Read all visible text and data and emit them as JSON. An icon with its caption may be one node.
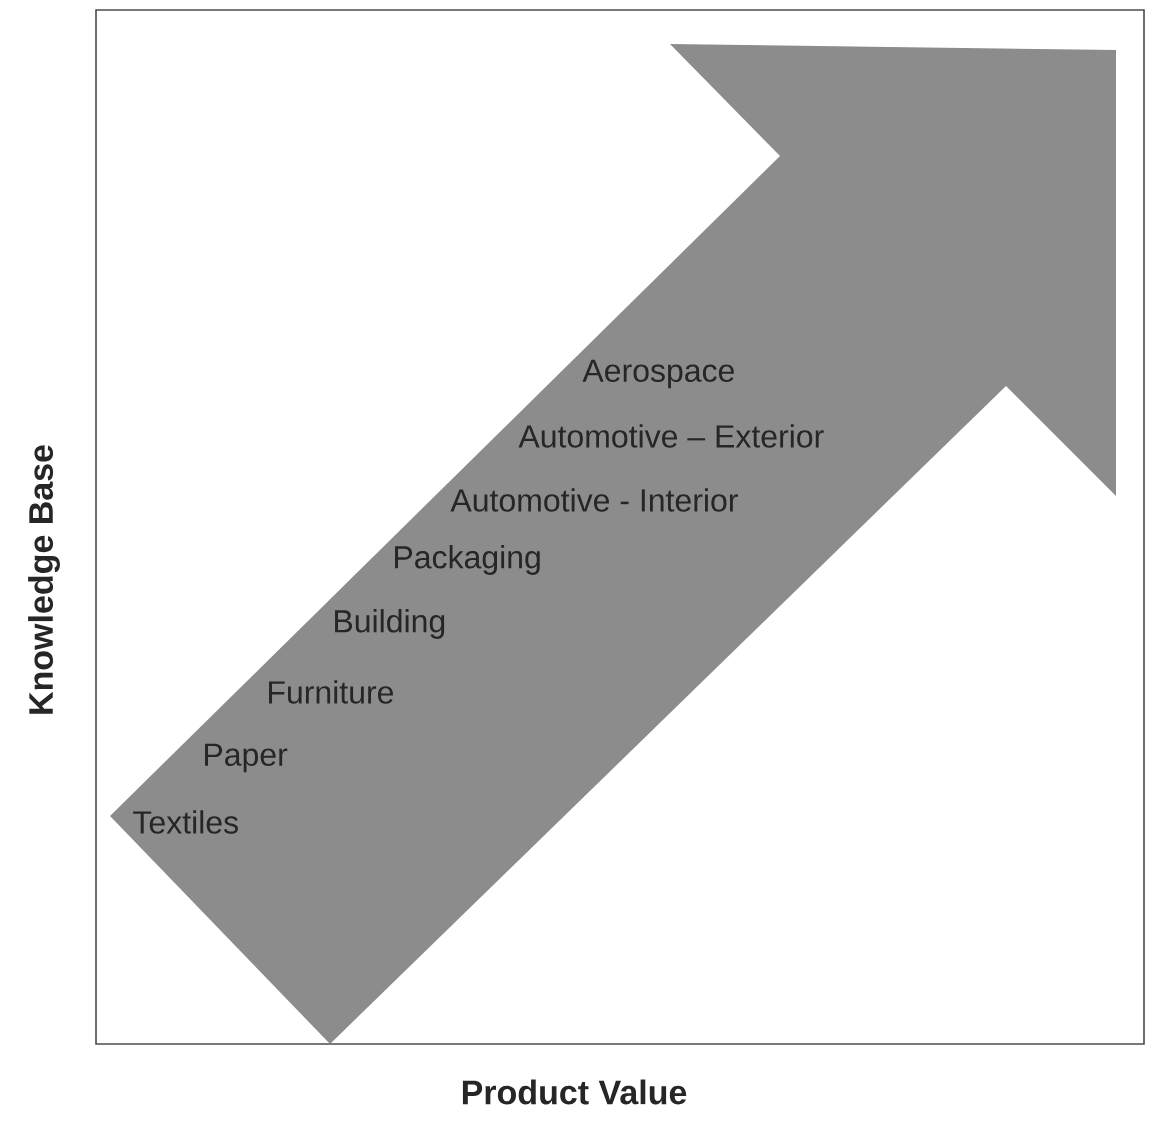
{
  "diagram": {
    "labels": [
      "Aerospace",
      "Automotive – Exterior",
      "Automotive - Interior",
      "Packaging",
      "Building",
      "Furniture",
      "Paper",
      "Textiles",
      "Knowledge Base",
      "Product Value"
    ]
  }
}
